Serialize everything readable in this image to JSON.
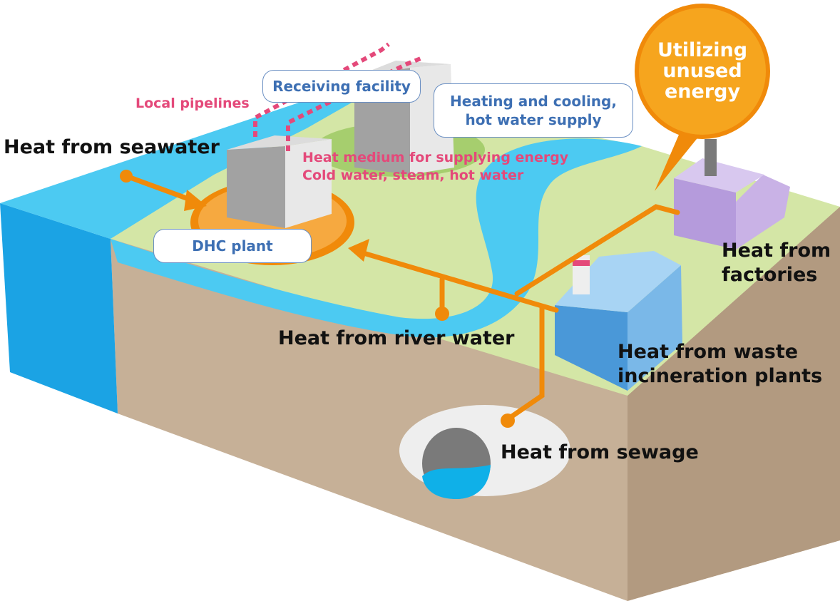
{
  "title": "",
  "labels": {
    "seawater": "Heat from seawater",
    "river_water": "Heat from river water",
    "factories": [
      "Heat from",
      "factories"
    ],
    "waste": [
      "Heat from waste",
      "incineration plants"
    ],
    "sewage": "Heat from sewage",
    "local_pipelines": "Local pipelines",
    "heat_medium": [
      "Heat medium for supplying energy",
      "Cold water, steam, hot water"
    ]
  },
  "boxes": {
    "dhc_plant": "DHC plant",
    "receiving_facility": "Receiving facility",
    "supply": [
      "Heating and cooling,",
      "hot water supply"
    ]
  },
  "callout": [
    "Utilizing",
    "unused",
    "energy"
  ],
  "colors": {
    "sea": "#4ccaf2",
    "sea_side": "#1ba3e4",
    "land": "#d4e6a6",
    "soil": "#c6b097",
    "soil_right": "#b29a80",
    "pipe": "#f08a0a",
    "callout": "#f6a51e",
    "callout_border": "#f08a0a",
    "text_blue": "#3d6fb3",
    "text_pink": "#e4497a"
  }
}
